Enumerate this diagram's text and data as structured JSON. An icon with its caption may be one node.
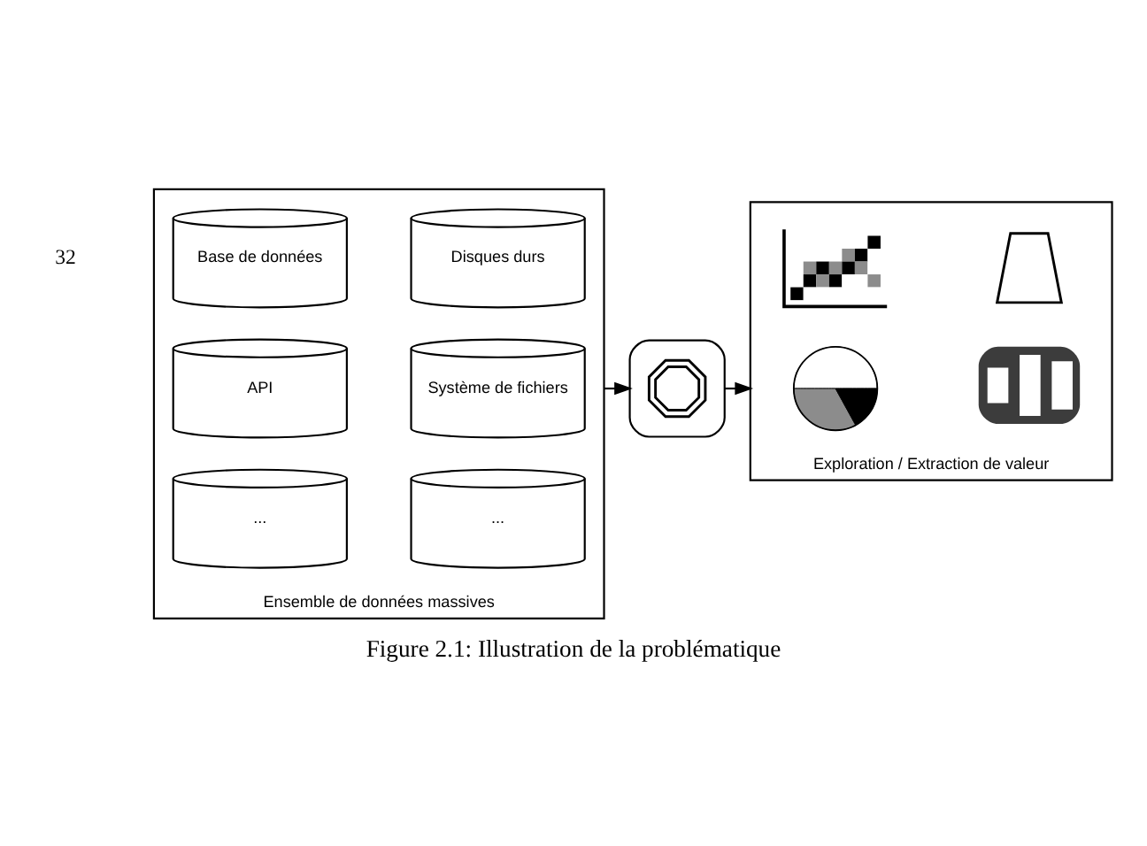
{
  "diagram": {
    "caption": "Figure 2.1: Illustration de la problématique",
    "nodes": [
      {
        "text": [
          "Ensemble de données massives"
        ]
      },
      {
        "text": [
          "Base de données"
        ],
        "in": 0
      },
      {
        "text": [
          "Disques durs"
        ],
        "in": 0
      },
      {
        "text": [
          "API"
        ],
        "in": 0
      },
      {
        "text": [
          "Système de fichiers"
        ],
        "in": 0
      },
      {
        "text": [
          "..."
        ],
        "in": 0
      },
      {
        "text": [
          "..."
        ],
        "in": 0
      },
      {
        "text": [],
        "shape": "cloud"
      },
      {
        "text": [],
        "shape": "picture",
        "in": 7
      },
      {
        "text": [
          "Exploration / Extraction de valeur"
        ]
      },
      {
        "text": [],
        "shape": "picture",
        "in": 9
      },
      {
        "text": [],
        "shape": "picture",
        "in": 9
      },
      {
        "text": [],
        "shape": "picture",
        "in": 9
      },
      {
        "text": [],
        "shape": "picture",
        "in": 9
      }
    ],
    "edges": [
      {
        "from": 0,
        "to": 7,
        "arrow": "to"
      },
      {
        "from": 7,
        "to": 9,
        "arrow": "to"
      }
    ],
    "labels": [
      "32"
    ]
  }
}
